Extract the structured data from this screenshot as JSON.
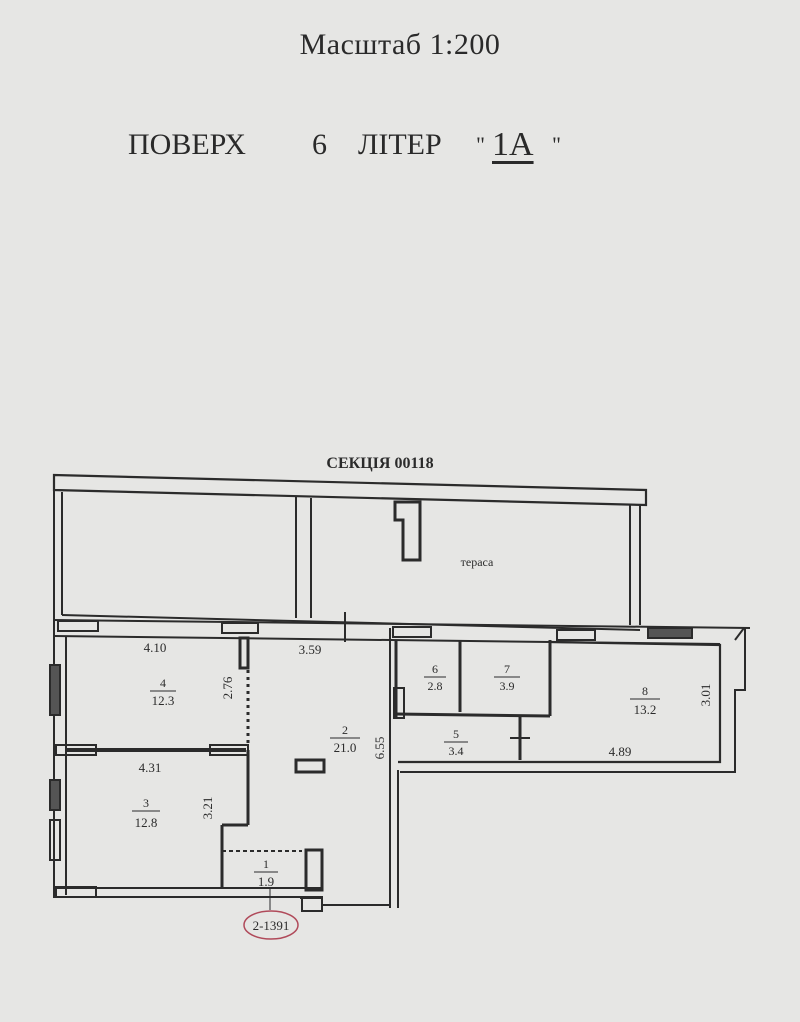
{
  "header": {
    "scale_label": "Масштаб 1:200",
    "floor_word": "ПОВЕРХ",
    "floor_number": "6",
    "letter_word": "ЛІТЕР",
    "quote_open": "\"",
    "letter_value": "1А",
    "quote_close": "\""
  },
  "plan": {
    "section_label": "СЕКЦІЯ 00118",
    "terrace_label": "тераса",
    "stamp": "2-1391",
    "rooms": [
      {
        "number": "1",
        "area": "1.9"
      },
      {
        "number": "2",
        "area": "21.0"
      },
      {
        "number": "3",
        "area": "12.8"
      },
      {
        "number": "4",
        "area": "12.3"
      },
      {
        "number": "5",
        "area": "3.4"
      },
      {
        "number": "6",
        "area": "2.8"
      },
      {
        "number": "7",
        "area": "3.9"
      },
      {
        "number": "8",
        "area": "13.2"
      }
    ],
    "dimensions": {
      "d410": "4.10",
      "d359": "3.59",
      "d276": "2.76",
      "d431": "4.31",
      "d321": "3.21",
      "d655": "6.55",
      "d489": "4.89",
      "d301": "3.01"
    }
  },
  "colors": {
    "paper": "#e6e6e4",
    "ink": "#2b2b2b",
    "stamp": "#b04a5a"
  }
}
